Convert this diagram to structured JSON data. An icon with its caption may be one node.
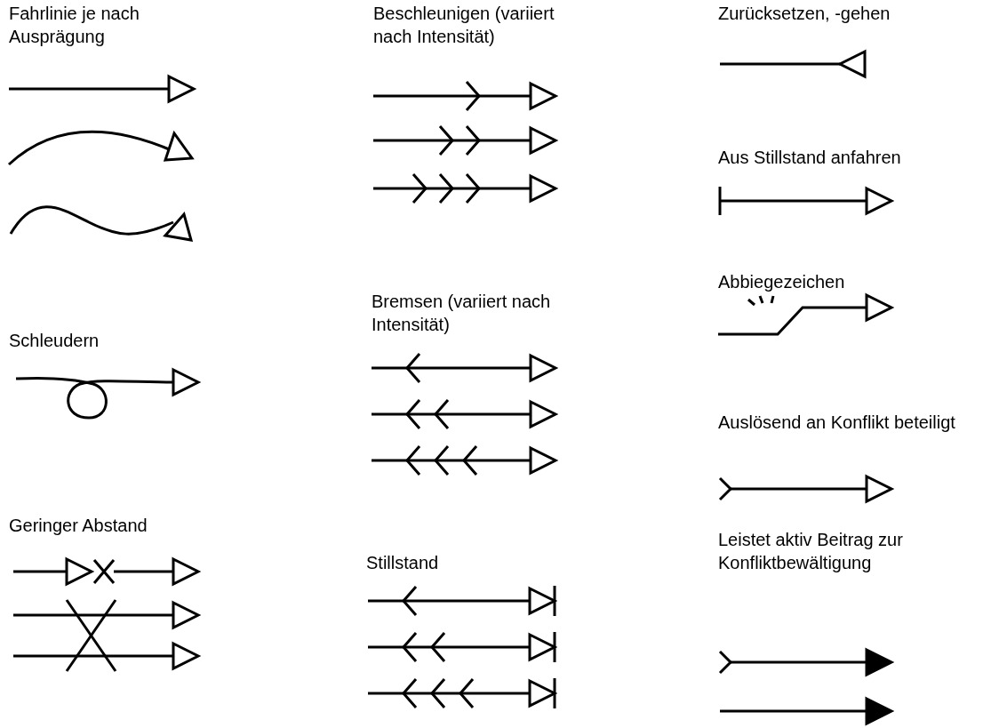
{
  "diagram": {
    "legend": [
      {
        "text": "Fahrlinie je nach Ausprägung"
      },
      {
        "text": "Schleudern"
      },
      {
        "text": "Geringer Abstand"
      },
      {
        "text": "Beschleunigen (variiert nach Intensität)"
      },
      {
        "text": "Bremsen (variiert nach Intensität)"
      },
      {
        "text": "Stillstand"
      },
      {
        "text": "Zurücksetzen, -gehen"
      },
      {
        "text": "Aus Stillstand anfahren"
      },
      {
        "text": "Abbiegezeichen"
      },
      {
        "text": "Auslösend an Konflikt beteiligt"
      },
      {
        "text": "Leistet aktiv Beitrag zur Konfliktbewältigung"
      }
    ]
  }
}
